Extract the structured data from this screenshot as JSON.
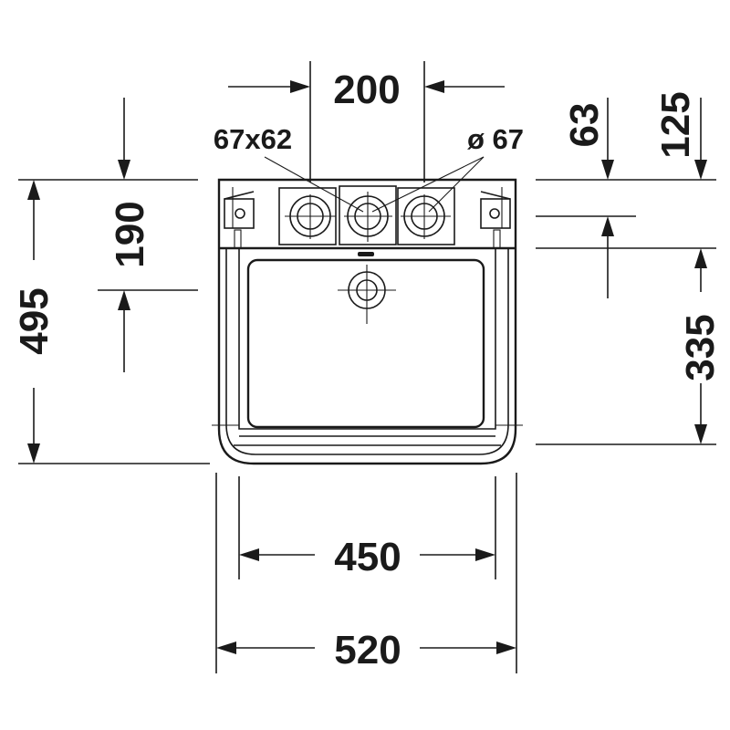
{
  "dimensions": {
    "top_spacing": "200",
    "rect_hole": "67x62",
    "round_hole": "ø 67",
    "right_63": "63",
    "right_125": "125",
    "left_190": "190",
    "left_495": "495",
    "right_335": "335",
    "bottom_450": "450",
    "bottom_520": "520"
  }
}
